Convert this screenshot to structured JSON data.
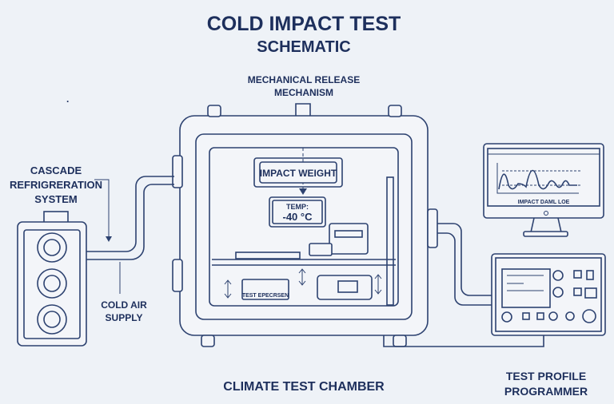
{
  "title": {
    "line1": "COLD IMPACT TEST",
    "line2": "SCHEMATIC"
  },
  "labels": {
    "release_line1": "MECHANICAL RELEASE",
    "release_line2": "MECHANISM",
    "cascade_line1": "CASCADE",
    "cascade_line2": "REFRIGRERATION",
    "cascade_line3": "SYSTEM",
    "cold_air_line1": "COLD AIR",
    "cold_air_line2": "SUPPLY",
    "impact_weight": "IMPACT WEIGHT",
    "temp_label": "TEMP:",
    "temp_value": "-40 °C",
    "specimen": "TEST EPECRSEN",
    "monitor_caption": "IMPACT DAML LOE",
    "chamber": "CLIMATE TEST CHAMBER",
    "programmer_line1": "TEST PROFILE",
    "programmer_line2": "PROGRAMMER",
    "stray_mark": "."
  },
  "colors": {
    "ink": "#1d2f5c",
    "background": "#eef2f7"
  }
}
